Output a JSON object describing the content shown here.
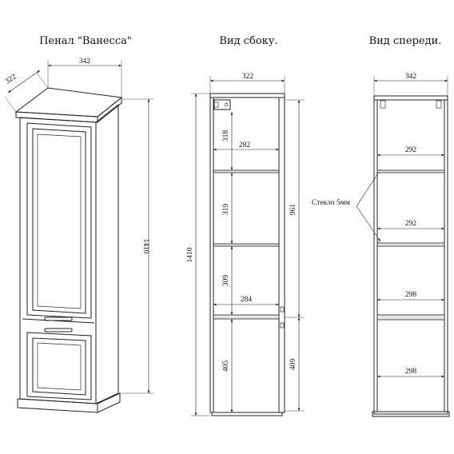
{
  "titles": {
    "main": "Пенал \"Ванесса\"",
    "side": "Вид сбоку.",
    "front": "Вид спереди."
  },
  "dimensions": {
    "iso_width": "342",
    "iso_depth": "322",
    "iso_height": "1410",
    "side_width": "322",
    "side_height": "1410",
    "side_upper": "961",
    "side_lower": "409",
    "side_shelf1_height": "318",
    "side_shelf1_depth": "282",
    "side_shelf2_height": "319",
    "side_shelf3_height": "309",
    "side_shelf3_depth": "284",
    "side_bottom_height": "405",
    "front_width": "342",
    "front_shelf1": "292",
    "front_shelf2": "292",
    "front_shelf3": "298",
    "front_shelf4": "298"
  },
  "annotations": {
    "glass": "Стекло 5мм"
  }
}
